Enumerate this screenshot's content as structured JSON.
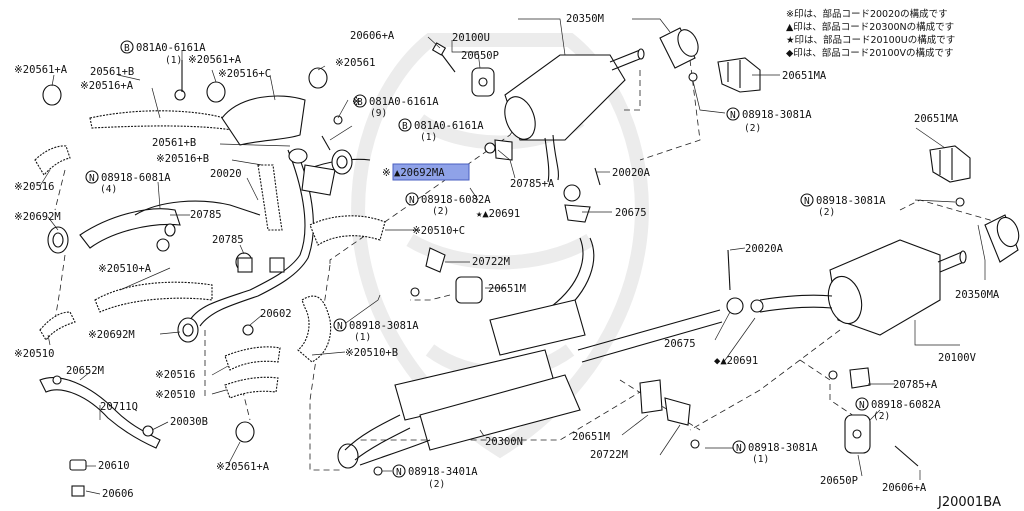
{
  "diagram_id": "J20001BA",
  "legend": [
    "※印は、部品コード20020の構成です",
    "▲印は、部品コード20300Nの構成です",
    "★印は、部品コード20100Uの構成です",
    "◆印は、部品コード20100Vの構成です"
  ],
  "highlight_label": "▲20692MA",
  "labels": {
    "p20606A_top": "20606+A",
    "p20100U": "20100U",
    "p20350M": "20350M",
    "p20650P_top": "20650P",
    "p20651MA_top": "20651MA",
    "p08918_3081A_top": "08918-3081A",
    "p08918_3081A_top_qty": "(2)",
    "p20561A_left": "※20561+A",
    "p081A0_6161A_1": "081A0-6161A",
    "p081A0_6161A_1_qty": "(1)",
    "p20561A_mid": "※20561+A",
    "p20561B": "20561+B",
    "p20516A_left": "※20516+A",
    "p20516C": "※20516+C",
    "p20561_top": "※20561",
    "p081A0_6161A_9": "081A0-6161A",
    "p081A0_6161A_9_qty": "(9)",
    "p081A0_6161A_1b": "081A0-6161A",
    "p081A0_6161A_1b_qty": "(1)",
    "p20561B_mid": "20561+B",
    "p20516B": "※20516+B",
    "p20516_left": "※20516",
    "p08918_6081A": "08918-6081A",
    "p08918_6081A_qty": "(4)",
    "p20020_mid": "20020",
    "p20785_A_mid": "20785+A",
    "p20020A_top": "20020A",
    "p08918_6082A_mid": "08918-6082A",
    "p08918_6082A_mid_qty": "(2)",
    "p20691_mid": "★▲20691",
    "p20675_mid": "20675",
    "p20692M_left": "※20692M",
    "p20785_left": "20785",
    "p20785_mid": "20785",
    "p20510C": "※20510+C",
    "p20651MA_right": "20651MA",
    "p08918_3081A_right": "08918-3081A",
    "p08918_3081A_right_qty": "(2)",
    "p20722M_mid": "20722M",
    "p20020A_right": "20020A",
    "p20510A": "※20510+A",
    "p20651M_mid": "20651M",
    "p20350MA": "20350MA",
    "p20510_left": "※20510",
    "p20692M_mid": "※20692M",
    "p20602": "20602",
    "p08918_3081A_mid": "08918-3081A",
    "p08918_3081A_mid_qty": "(1)",
    "p20510B": "※20510+B",
    "p20675_right": "20675",
    "p20691_right": "◆▲20691",
    "p20100V": "20100V",
    "p20516_mid": "※20516",
    "p20510_mid": "※20510",
    "p20652M": "20652M",
    "p20711Q": "20711Q",
    "p20030B": "20030B",
    "p20785A_right": "20785+A",
    "p08918_6082A_right": "08918-6082A",
    "p08918_6082A_right_qty": "(2)",
    "p20300N": "20300N",
    "p20651M_low": "20651M",
    "p20722M_low": "20722M",
    "p08918_3081A_low": "08918-3081A",
    "p08918_3081A_low_qty": "(1)",
    "p20610": "20610",
    "p20561A_low": "※20561+A",
    "p08918_3401A": "08918-3401A",
    "p08918_3401A_qty": "(2)",
    "p20650P_low": "20650P",
    "p20606A_low": "20606+A",
    "p20606_low": "20606"
  },
  "prefix_marks": {
    "bolt_circle": "B",
    "nut_circle": "N"
  }
}
